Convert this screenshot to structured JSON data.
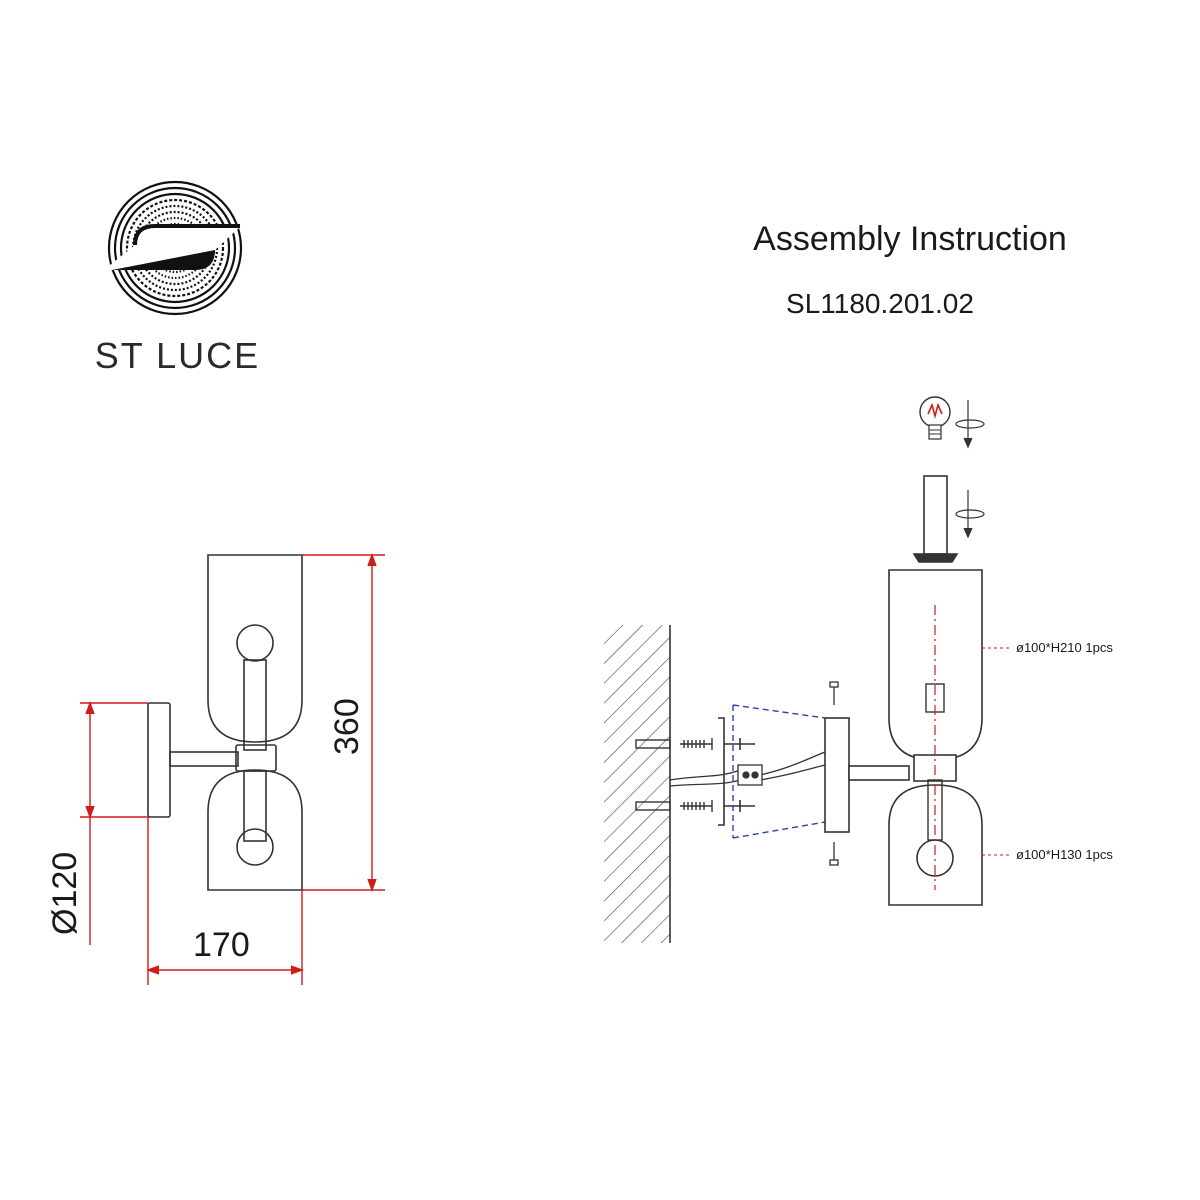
{
  "brand": {
    "name": "ST LUCE"
  },
  "header": {
    "title": "Assembly Instruction",
    "model": "SL1180.201.02"
  },
  "dimensions": {
    "height": "360",
    "backplate_diameter": "Ø120",
    "depth": "170"
  },
  "parts": {
    "upper_shade": "ø100*H210 1pcs",
    "lower_shade": "ø100*H130 1pcs"
  },
  "colors": {
    "dimension_line": "#d11a1a",
    "cut_line": "#2b3fb5",
    "outline": "#333333",
    "bulb": "#d11a1a"
  },
  "icons": [
    "st-luce-logo",
    "light-bulb-icon",
    "rotate-arrow-icon"
  ]
}
